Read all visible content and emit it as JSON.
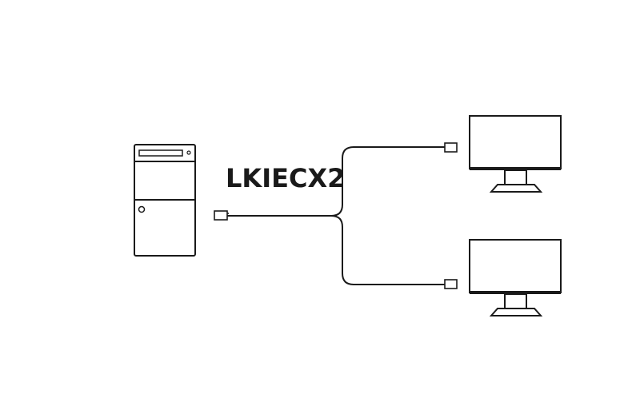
{
  "diagram": {
    "cable_label": "LKIECX2",
    "nodes": [
      {
        "id": "pc",
        "kind": "computer-tower",
        "icon": "desktop-tower-icon"
      },
      {
        "id": "monitor-1",
        "kind": "monitor",
        "icon": "monitor-icon"
      },
      {
        "id": "monitor-2",
        "kind": "monitor",
        "icon": "monitor-icon"
      }
    ],
    "edges": [
      {
        "from": "pc",
        "to": "monitor-1"
      },
      {
        "from": "pc",
        "to": "monitor-2"
      }
    ],
    "colors": {
      "stroke": "#1a1a1a",
      "background": "#ffffff"
    }
  }
}
